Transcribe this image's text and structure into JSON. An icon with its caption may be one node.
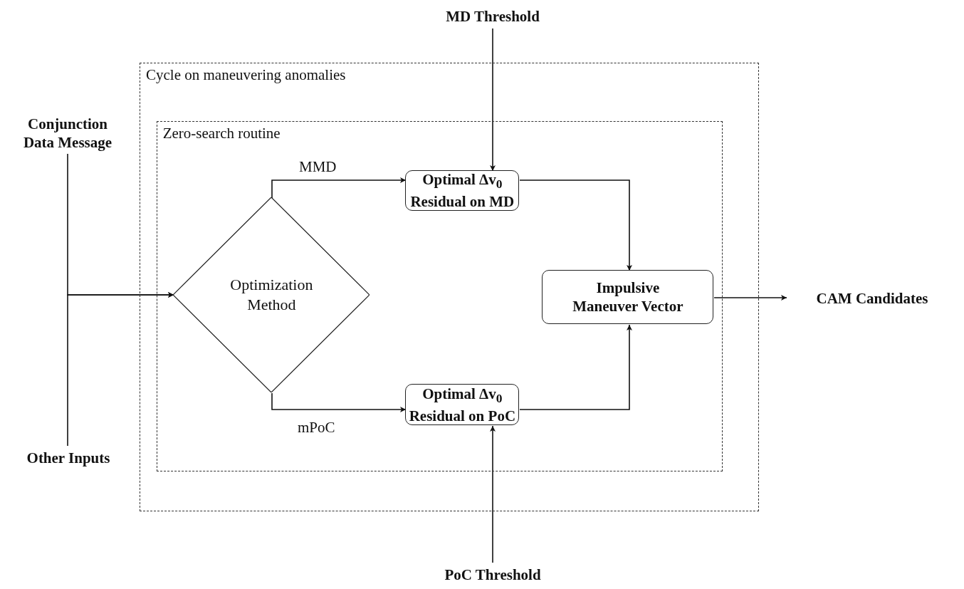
{
  "diagram": {
    "nodes": [
      {
        "text": [
          "Cycle on maneuvering anomalies"
        ]
      },
      {
        "text": [
          "Zero-search routine"
        ],
        "in": 0
      },
      {
        "text": [
          "Optimization Method"
        ],
        "in": 1
      },
      {
        "text": [
          "Optimal Δv$_{0}$",
          "Residual on MD"
        ],
        "in": 1
      },
      {
        "text": [
          "Impulsive Maneuver Vector"
        ],
        "in": 1
      },
      {
        "text": [
          "Optimal Δv$_{0}$",
          "Residual on PoC"
        ],
        "in": 1
      },
      {
        "text": [
          "MD Threshold"
        ]
      },
      {
        "text": [
          "PoC Threshold"
        ]
      },
      {
        "text": [
          "Conjunction Data Message"
        ]
      },
      {
        "text": [
          "Other Inputs"
        ]
      },
      {
        "text": [
          "CAM Candidates"
        ]
      }
    ],
    "edges": [
      {
        "from": 8,
        "to": 2,
        "arrow": "to"
      },
      {
        "from": 9,
        "to": 2,
        "arrow": "to"
      },
      {
        "from": 2,
        "to": 3,
        "arrow": "to",
        "label": "MMD"
      },
      {
        "from": 2,
        "to": 5,
        "arrow": "to",
        "label": "mPoC"
      },
      {
        "from": 6,
        "to": 3,
        "arrow": "to"
      },
      {
        "from": 7,
        "to": 5,
        "arrow": "to"
      },
      {
        "from": 3,
        "to": 4,
        "arrow": "to"
      },
      {
        "from": 5,
        "to": 4,
        "arrow": "to"
      },
      {
        "from": 4,
        "to": 10,
        "arrow": "to"
      }
    ]
  }
}
